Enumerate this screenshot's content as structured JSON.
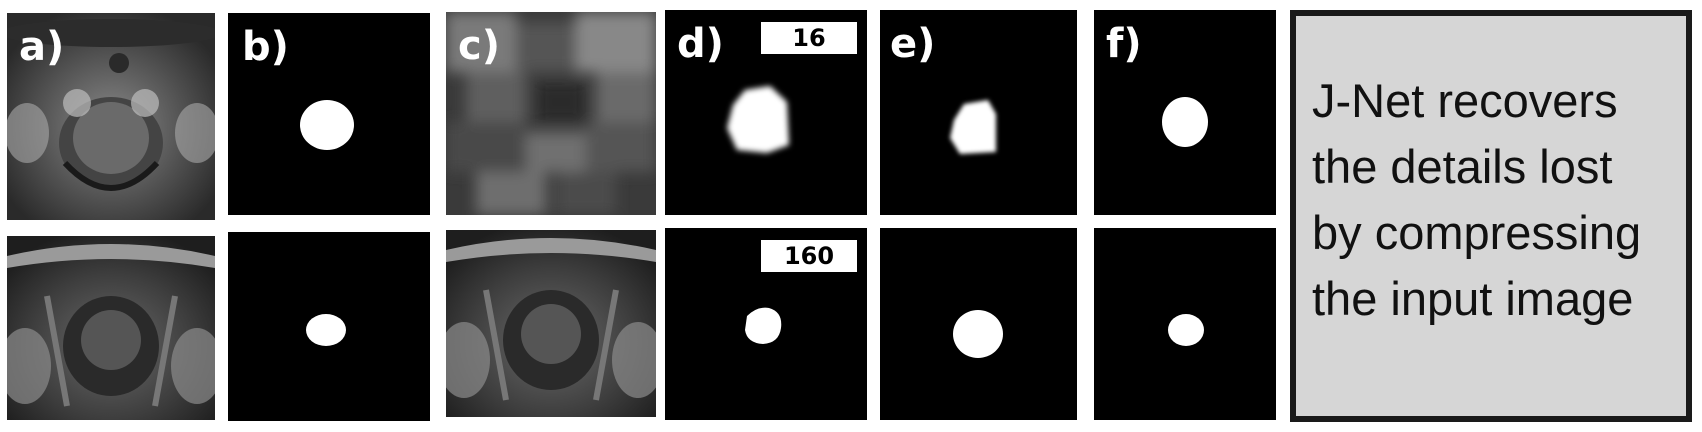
{
  "panel_labels": {
    "a": "a)",
    "b": "b)",
    "c": "c)",
    "d": "d)",
    "e": "e)",
    "f": "f)"
  },
  "size_labels": {
    "top": "16",
    "bottom": "160"
  },
  "caption_lines": [
    "J-Net recovers",
    "the details lost",
    "by compressing",
    "the input image"
  ],
  "colors": {
    "mask": "#ffffff",
    "background": "#000000",
    "caption_box": "#d6d6d6"
  }
}
